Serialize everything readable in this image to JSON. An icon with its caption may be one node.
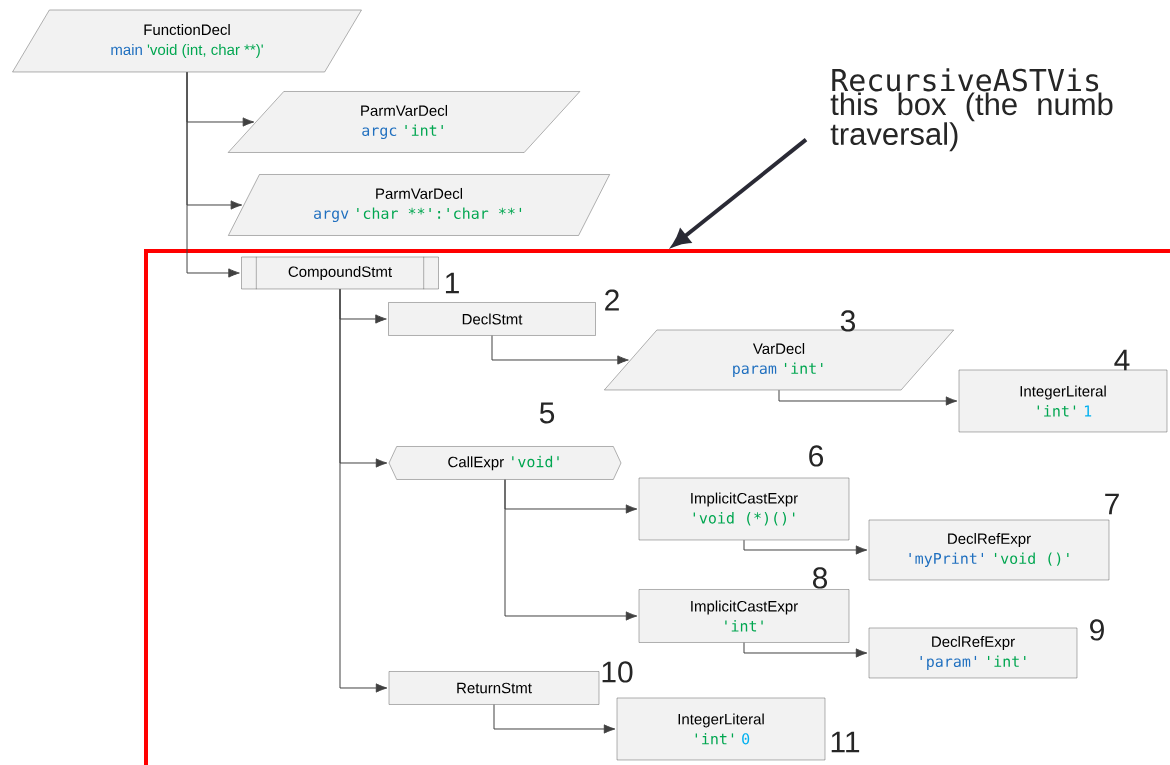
{
  "diagram": {
    "nodes": [
      {
        "text": [
          "FunctionDecl",
          "main",
          "'void (int, char **)'"
        ]
      },
      {
        "text": [
          "RecursiveASTVis",
          "this box (the numb traversal)"
        ]
      },
      {
        "text": [
          "ParmVarDecl",
          "argc",
          "'int'"
        ]
      },
      {
        "text": [
          "ParmVarDecl",
          "argv",
          "'char **':'char **'"
        ]
      },
      {
        "text": [],
        "shape": "box"
      },
      {
        "text": [
          "CompoundStmt"
        ],
        "in": 4,
        "beside": [
          "1"
        ]
      },
      {
        "text": [
          "DeclStmt"
        ],
        "in": 4,
        "beside": [
          "2"
        ]
      },
      {
        "text": [
          "VarDecl",
          "param",
          "'int'"
        ],
        "in": 4,
        "beside": [
          "3"
        ]
      },
      {
        "text": [
          "IntegerLiteral",
          "'int'",
          "1"
        ],
        "in": 4,
        "beside": [
          "4"
        ]
      },
      {
        "text": [
          "CallExpr",
          "'void'"
        ],
        "in": 4,
        "beside": [
          "5"
        ]
      },
      {
        "text": [
          "ImplicitCastExpr",
          "'void (*)()'"
        ],
        "in": 4,
        "beside": [
          "6"
        ]
      },
      {
        "text": [
          "DeclRefExpr",
          "'myPrint'",
          "'void ()'"
        ],
        "in": 4,
        "beside": [
          "7"
        ]
      },
      {
        "text": [
          "ImplicitCastExpr",
          "'int'"
        ],
        "in": 4,
        "beside": [
          "8"
        ]
      },
      {
        "text": [
          "DeclRefExpr",
          "'param'",
          "'int'"
        ],
        "in": 4,
        "beside": [
          "9"
        ]
      },
      {
        "text": [
          "ReturnStmt"
        ],
        "in": 4,
        "beside": [
          "10"
        ]
      },
      {
        "text": [
          "IntegerLiteral",
          "'int'",
          "0"
        ],
        "in": 4,
        "beside": [
          "11"
        ]
      }
    ],
    "edges": [
      {
        "from": 0,
        "to": 2,
        "arrow": "to"
      },
      {
        "from": 0,
        "to": 3,
        "arrow": "to"
      },
      {
        "from": 0,
        "to": 5,
        "arrow": "to"
      },
      {
        "from": 1,
        "to": 4,
        "arrow": "to",
        "style": "thick",
        "color": "#2a2a35"
      },
      {
        "from": 5,
        "to": 6,
        "arrow": "to"
      },
      {
        "from": 6,
        "to": 7,
        "arrow": "to"
      },
      {
        "from": 7,
        "to": 8,
        "arrow": "to"
      },
      {
        "from": 5,
        "to": 9,
        "arrow": "to"
      },
      {
        "from": 9,
        "to": 10,
        "arrow": "to"
      },
      {
        "from": 10,
        "to": 11,
        "arrow": "to"
      },
      {
        "from": 9,
        "to": 12,
        "arrow": "to"
      },
      {
        "from": 12,
        "to": 13,
        "arrow": "to"
      },
      {
        "from": 5,
        "to": 14,
        "arrow": "to"
      },
      {
        "from": 14,
        "to": 15,
        "arrow": "to"
      }
    ]
  }
}
